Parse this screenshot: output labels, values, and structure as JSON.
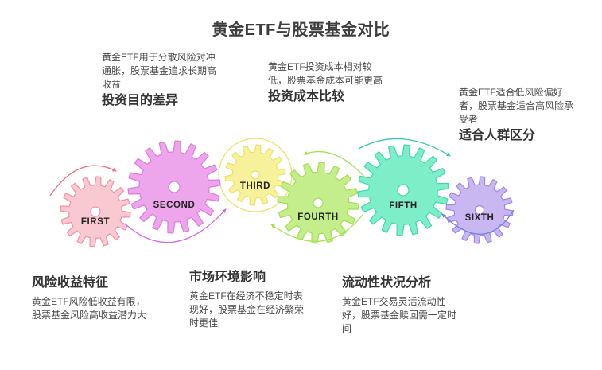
{
  "title": "黄金ETF与股票基金对比",
  "top_notes": [
    {
      "description": "黄金ETF用于分散风险对冲\n通胀，股票基金追求长期高\n收益",
      "heading": "投资目的差异"
    },
    {
      "description": "黄金ETF投资成本相对较\n低，股票基金成本可能更高",
      "heading": "投资成本比较"
    },
    {
      "description": "黄金ETF适合低风险偏好\n者，股票基金适合高风险承\n受者",
      "heading": "适合人群区分"
    }
  ],
  "bottom_notes": [
    {
      "heading": "风险收益特征",
      "description": "黄金ETF风险低收益有限，\n股票基金风险高收益潜力大"
    },
    {
      "heading": "市场环境影响",
      "description": "黄金ETF在经济不稳定时表\n现好，股票基金在经济繁荣\n时更佳"
    },
    {
      "heading": "流动性状况分析",
      "description": "黄金ETF交易灵活流动性\n好，股票基金赎回需一定时\n间"
    }
  ],
  "gears": [
    {
      "label": "FIRST",
      "fill": "#F9C9D2",
      "stroke": "#F190A3",
      "arrow_color": "#EE6B80"
    },
    {
      "label": "SECOND",
      "fill": "#EDA5EC",
      "stroke": "#DE7BDB",
      "arrow_color": "#CF6FDE"
    },
    {
      "label": "THIRD",
      "fill": "#F8F19B",
      "stroke": "#EBE263",
      "arrow_color": "#EBE263"
    },
    {
      "label": "FOURTH",
      "fill": "#C3EE8B",
      "stroke": "#A4DE54",
      "arrow_color": "#A6E153"
    },
    {
      "label": "FIFTH",
      "fill": "#7EEEC9",
      "stroke": "#3FD9AE",
      "arrow_color": "#2FCDB2"
    },
    {
      "label": "SIXTH",
      "fill": "#C9B7F2",
      "stroke": "#A284E6",
      "arrow_color": "#7581E3"
    }
  ],
  "colors": {
    "background": "#FFFFFF",
    "title_text": "#3D3D3D",
    "heading_text": "#333333",
    "body_text": "#4A4A4A",
    "gear_label_text": "#222222"
  }
}
